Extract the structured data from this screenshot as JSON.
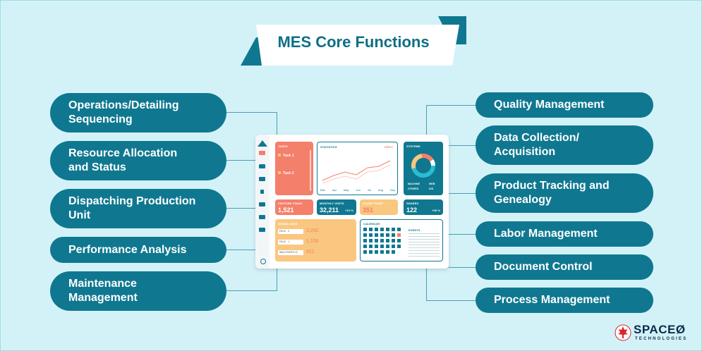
{
  "title": "MES Core Functions",
  "left_functions": [
    {
      "line1": "Operations/Detailing",
      "line2": "Sequencing"
    },
    {
      "line1": "Resource Allocation",
      "line2": "and Status"
    },
    {
      "line1": "Dispatching Production",
      "line2": "Unit"
    },
    {
      "line1": "Performance Analysis",
      "line2": ""
    },
    {
      "line1": "Maintenance",
      "line2": "Management"
    }
  ],
  "right_functions": [
    {
      "line1": "Quality Management",
      "line2": ""
    },
    {
      "line1": "Data Collection/",
      "line2": "Acquisition"
    },
    {
      "line1": "Product Tracking and",
      "line2": "Genealogy"
    },
    {
      "line1": "Labor Management",
      "line2": ""
    },
    {
      "line1": "Document Control",
      "line2": ""
    },
    {
      "line1": "Process Management",
      "line2": ""
    }
  ],
  "dashboard": {
    "tasks_label": "TASKS",
    "task1": "Task 1",
    "task2": "Task 2",
    "statistics_label": "STATISTICS",
    "statistics_pct": "USD%",
    "months": [
      "Mar",
      "Apr",
      "May",
      "Jun",
      "Jul",
      "Aug",
      "Sep"
    ],
    "systems_label": "SYSTEMS",
    "legend1": "MACHINE",
    "legend2": "WEB",
    "legend3": "OTHERS",
    "legend4": "IOS",
    "kpi1_label": "VISITORS TODAY",
    "kpi1_value": "1,521",
    "kpi2_label": "MONTHLY VISITS",
    "kpi2_value": "32,211",
    "kpi2_delta": "+10 %",
    "kpi3_label": "SALES TODAY",
    "kpi3_value": "351",
    "kpi4_label": "SHARES",
    "kpi4_value": "122",
    "kpi4_delta": "+05 %",
    "downloads_label": "DOWNLOADS",
    "rows": [
      {
        "name": "PACK . 3",
        "value": "3,242"
      },
      {
        "name": "PACK . 1",
        "value": "1,156"
      },
      {
        "name": "WALLPAPER 22",
        "value": "921"
      }
    ],
    "calendar_label": "CALENDAR",
    "events_label": "EVENTS"
  },
  "logo": {
    "main": "SPACE",
    "main_suffix": "Ø",
    "sub": "TECHNOLOGIES"
  },
  "colors": {
    "teal": "#0f7890",
    "coral": "#f47f6b",
    "amber": "#f9c77f",
    "cyan": "#2bbcd0",
    "bg": "#d3f2f8"
  }
}
